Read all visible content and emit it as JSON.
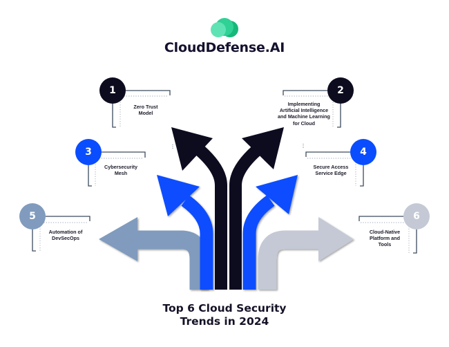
{
  "brand": {
    "name": "CloudDefense.AI",
    "logo_icon": "cloud-icon",
    "colors": {
      "logo_light": "#5fe3b5",
      "logo_mid": "#2fd195",
      "logo_dark": "#15b879"
    }
  },
  "title": {
    "line1": "Top 6 Cloud Security",
    "line2": "Trends in 2024"
  },
  "colors": {
    "dark": "#0d0c1f",
    "blue": "#0a4dff",
    "steel": "#809bbd",
    "silver": "#c4c9d5",
    "connector": "#3c4a5e"
  },
  "trends": [
    {
      "number": "1",
      "label": "Zero Trust Model",
      "color": "dark",
      "direction": "up-left"
    },
    {
      "number": "2",
      "label": "Implementing Artificial Intelligence and Machine Learning for Cloud",
      "color": "dark",
      "direction": "up-right"
    },
    {
      "number": "3",
      "label": "Cybersecurity Mesh",
      "color": "blue",
      "direction": "up-left"
    },
    {
      "number": "4",
      "label": "Secure Access Service Edge",
      "color": "blue",
      "direction": "up-right"
    },
    {
      "number": "5",
      "label": "Automation of DevSecOps",
      "color": "steel",
      "direction": "left"
    },
    {
      "number": "6",
      "label": "Cloud-Native Platform and Tools",
      "color": "silver",
      "direction": "right"
    }
  ],
  "labels_display": {
    "t1": [
      "Zero Trust",
      "Model"
    ],
    "t2": [
      "Implementing",
      "Artificial Intelligence",
      "and Machine Learning",
      "for Cloud"
    ],
    "t3": [
      "Cybersecurity",
      "Mesh"
    ],
    "t4": [
      "Secure Access",
      "Service Edge"
    ],
    "t5": [
      "Automation of",
      "DevSecOps"
    ],
    "t6": [
      "Cloud-Native",
      "Platform and",
      "Tools"
    ]
  }
}
